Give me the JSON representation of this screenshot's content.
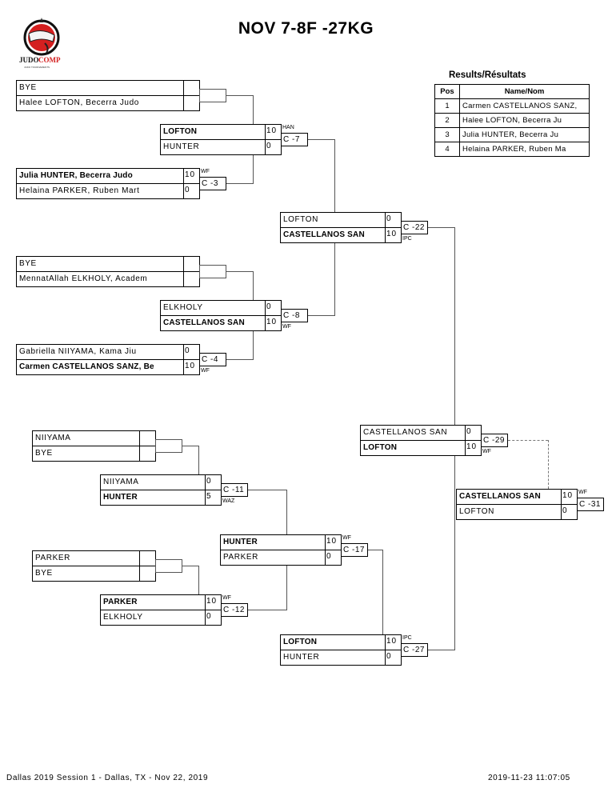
{
  "header": {
    "title": "NOV 7-8F -27KG",
    "logo": {
      "name": "judocomp-logo",
      "text_main": "JUDO",
      "text_accent": "COMP",
      "subtitle": "JUDO TOURNAMENTS",
      "accent_color": "#d42020"
    }
  },
  "results": {
    "title": "Results/Résultats",
    "columns": [
      "Pos",
      "Name/Nom"
    ],
    "rows": [
      {
        "pos": "1",
        "name": "Carmen CASTELLANOS SANZ,"
      },
      {
        "pos": "2",
        "name": "Halee LOFTON, Becerra Ju"
      },
      {
        "pos": "3",
        "name": "Julia HUNTER, Becerra Ju"
      },
      {
        "pos": "4",
        "name": "Helaina PARKER, Ruben Ma"
      }
    ]
  },
  "matches": {
    "m1": {
      "top": "BYE",
      "bottom": "Halee LOFTON, Becerra Judo",
      "top_score": "",
      "bottom_score": ""
    },
    "m2": {
      "top": "Julia HUNTER, Becerra Judo",
      "bottom": "Helaina PARKER, Ruben Mart",
      "top_score": "10",
      "bottom_score": "0",
      "contest": "C -3",
      "win_type": "WF"
    },
    "m3": {
      "top": "LOFTON",
      "bottom": "HUNTER",
      "top_score": "10",
      "bottom_score": "0",
      "contest": "C -7",
      "win_type": "HAN"
    },
    "m4": {
      "top": "BYE",
      "bottom": "MennatAllah ELKHOLY, Academ",
      "top_score": "",
      "bottom_score": ""
    },
    "m5": {
      "top": "Gabriella NIIYAMA, Kama Jiu",
      "bottom": "Carmen CASTELLANOS SANZ, Be",
      "top_score": "0",
      "bottom_score": "10",
      "contest": "C -4",
      "win_type": "WF"
    },
    "m6": {
      "top": "ELKHOLY",
      "bottom": "CASTELLANOS SAN",
      "top_score": "0",
      "bottom_score": "10",
      "contest": "C -8",
      "win_type": "WF"
    },
    "m7": {
      "top": "LOFTON",
      "bottom": "CASTELLANOS SAN",
      "top_score": "0",
      "bottom_score": "10",
      "contest": "C -22",
      "win_type": "IPC"
    },
    "r1": {
      "top": "NIIYAMA",
      "bottom": "BYE",
      "top_score": "",
      "bottom_score": ""
    },
    "r2": {
      "top": "NIIYAMA",
      "bottom": "HUNTER",
      "top_score": "0",
      "bottom_score": "5",
      "contest": "C -11",
      "win_type": "WAZ"
    },
    "r3": {
      "top": "PARKER",
      "bottom": "BYE",
      "top_score": "",
      "bottom_score": ""
    },
    "r4": {
      "top": "PARKER",
      "bottom": "ELKHOLY",
      "top_score": "10",
      "bottom_score": "0",
      "contest": "C -12",
      "win_type": "WF"
    },
    "r5": {
      "top": "HUNTER",
      "bottom": "PARKER",
      "top_score": "10",
      "bottom_score": "0",
      "contest": "C -17",
      "win_type": "WF"
    },
    "r6": {
      "top": "LOFTON",
      "bottom": "HUNTER",
      "top_score": "10",
      "bottom_score": "0",
      "contest": "C -27",
      "win_type": "IPC"
    },
    "f1": {
      "top": "CASTELLANOS SAN",
      "bottom": "LOFTON",
      "top_score": "0",
      "bottom_score": "10",
      "contest": "C -29",
      "win_type": "WF"
    },
    "f2": {
      "top": "CASTELLANOS SAN",
      "bottom": "LOFTON",
      "top_score": "10",
      "bottom_score": "0",
      "contest": "C -31",
      "win_type": "WF"
    }
  },
  "footer": {
    "left": "Dallas 2019 Session 1 - Dallas, TX - Nov 22, 2019",
    "right": "2019-11-23 11:07:05"
  }
}
